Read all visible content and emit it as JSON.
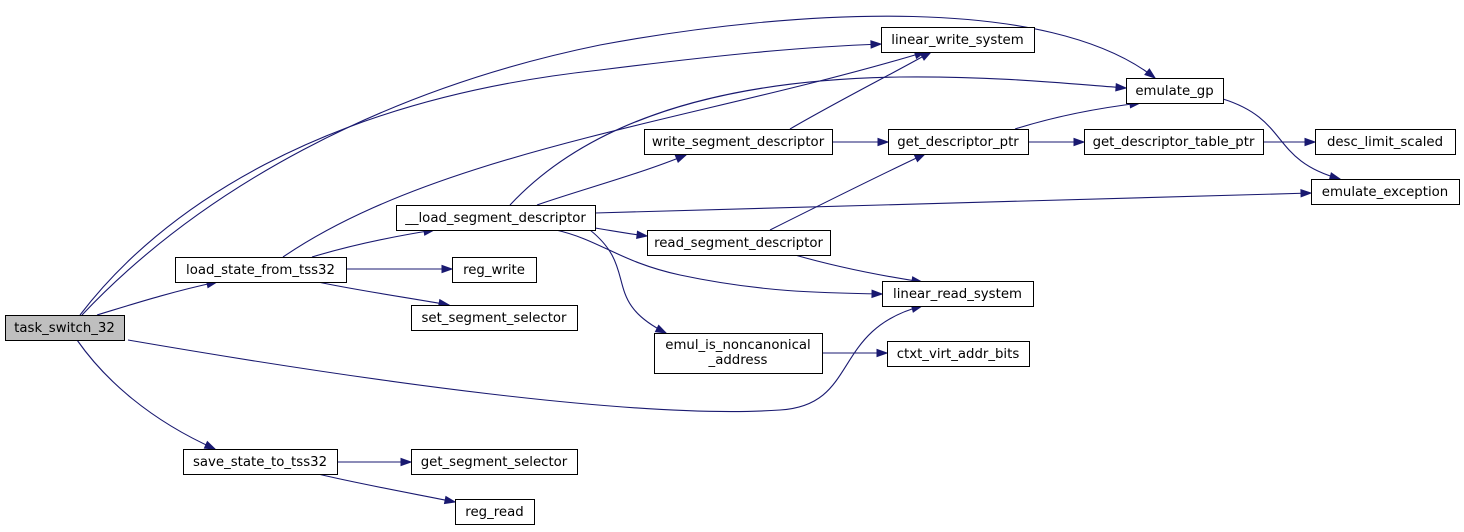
{
  "colors": {
    "edge": "#191970",
    "root_fill": "#bfbfbf",
    "node_fill": "#ffffff",
    "node_border": "#000000"
  },
  "nodes": [
    {
      "id": "task_switch_32",
      "label": "task_switch_32",
      "root": true
    },
    {
      "id": "load_state_from_tss32",
      "label": "load_state_from_tss32"
    },
    {
      "id": "save_state_to_tss32",
      "label": "save_state_to_tss32"
    },
    {
      "id": "__load_segment_descriptor",
      "label": "__load_segment_descriptor"
    },
    {
      "id": "reg_write",
      "label": "reg_write"
    },
    {
      "id": "set_segment_selector",
      "label": "set_segment_selector"
    },
    {
      "id": "get_segment_selector",
      "label": "get_segment_selector"
    },
    {
      "id": "reg_read",
      "label": "reg_read"
    },
    {
      "id": "write_segment_descriptor",
      "label": "write_segment_descriptor"
    },
    {
      "id": "read_segment_descriptor",
      "label": "read_segment_descriptor"
    },
    {
      "id": "emul_is_noncanonical_address",
      "label": "emul_is_noncanonical",
      "label2": "_address"
    },
    {
      "id": "linear_write_system",
      "label": "linear_write_system"
    },
    {
      "id": "get_descriptor_ptr",
      "label": "get_descriptor_ptr"
    },
    {
      "id": "linear_read_system",
      "label": "linear_read_system"
    },
    {
      "id": "ctxt_virt_addr_bits",
      "label": "ctxt_virt_addr_bits"
    },
    {
      "id": "emulate_gp",
      "label": "emulate_gp"
    },
    {
      "id": "get_descriptor_table_ptr",
      "label": "get_descriptor_table_ptr"
    },
    {
      "id": "desc_limit_scaled",
      "label": "desc_limit_scaled"
    },
    {
      "id": "emulate_exception",
      "label": "emulate_exception"
    }
  ],
  "edges": [
    {
      "from": "task_switch_32",
      "to": "load_state_from_tss32"
    },
    {
      "from": "task_switch_32",
      "to": "save_state_to_tss32"
    },
    {
      "from": "task_switch_32",
      "to": "linear_write_system"
    },
    {
      "from": "task_switch_32",
      "to": "emulate_gp"
    },
    {
      "from": "task_switch_32",
      "to": "linear_read_system"
    },
    {
      "from": "load_state_from_tss32",
      "to": "__load_segment_descriptor"
    },
    {
      "from": "load_state_from_tss32",
      "to": "reg_write"
    },
    {
      "from": "load_state_from_tss32",
      "to": "set_segment_selector"
    },
    {
      "from": "load_state_from_tss32",
      "to": "linear_write_system"
    },
    {
      "from": "save_state_to_tss32",
      "to": "get_segment_selector"
    },
    {
      "from": "save_state_to_tss32",
      "to": "reg_read"
    },
    {
      "from": "__load_segment_descriptor",
      "to": "emulate_gp"
    },
    {
      "from": "__load_segment_descriptor",
      "to": "write_segment_descriptor"
    },
    {
      "from": "__load_segment_descriptor",
      "to": "read_segment_descriptor"
    },
    {
      "from": "__load_segment_descriptor",
      "to": "emulate_exception"
    },
    {
      "from": "__load_segment_descriptor",
      "to": "linear_read_system"
    },
    {
      "from": "__load_segment_descriptor",
      "to": "emul_is_noncanonical_address"
    },
    {
      "from": "write_segment_descriptor",
      "to": "linear_write_system"
    },
    {
      "from": "write_segment_descriptor",
      "to": "get_descriptor_ptr"
    },
    {
      "from": "read_segment_descriptor",
      "to": "get_descriptor_ptr"
    },
    {
      "from": "read_segment_descriptor",
      "to": "linear_read_system"
    },
    {
      "from": "emul_is_noncanonical_address",
      "to": "ctxt_virt_addr_bits"
    },
    {
      "from": "get_descriptor_ptr",
      "to": "emulate_gp"
    },
    {
      "from": "get_descriptor_ptr",
      "to": "get_descriptor_table_ptr"
    },
    {
      "from": "get_descriptor_table_ptr",
      "to": "desc_limit_scaled"
    },
    {
      "from": "emulate_gp",
      "to": "emulate_exception"
    }
  ]
}
